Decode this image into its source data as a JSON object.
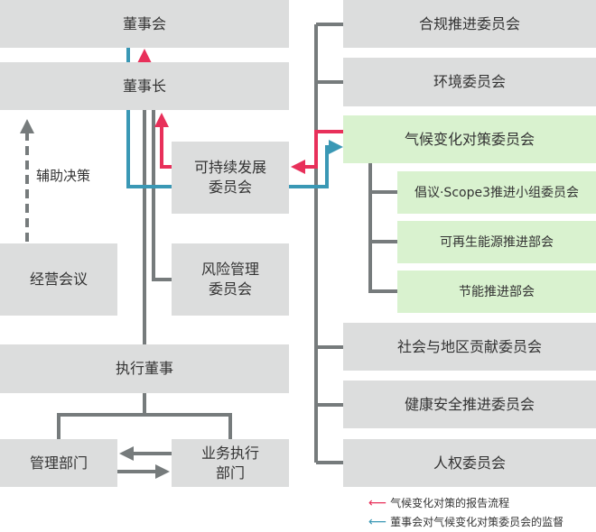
{
  "boxes": {
    "board": "董事会",
    "chairman": "董事长",
    "sustainability": "可持续发展\n委员会",
    "risk": "风险管理\n委员会",
    "mgmt_meeting": "经营会议",
    "exec_director": "执行董事",
    "admin_dept": "管理部门",
    "business_dept": "业务执行\n部门",
    "compliance": "合规推进委员会",
    "environment": "环境委员会",
    "climate": "气候变化对策委员会",
    "initiative": "倡议·Scope3推进小组委员会",
    "renewable": "可再生能源推进部会",
    "energy_saving": "节能推进部会",
    "social": "社会与地区贡献委员会",
    "health": "健康安全推进委员会",
    "human_rights": "人权委员会"
  },
  "support_label": "辅助决策",
  "legend": {
    "red": "气候变化对策的报告流程",
    "blue": "董事会对气候变化对策委员会的监督"
  },
  "colors": {
    "red": "#e8305a",
    "blue": "#3a98b5",
    "gray": "#767b7c",
    "box": "#dcdddd",
    "green": "#d9f2cf"
  }
}
